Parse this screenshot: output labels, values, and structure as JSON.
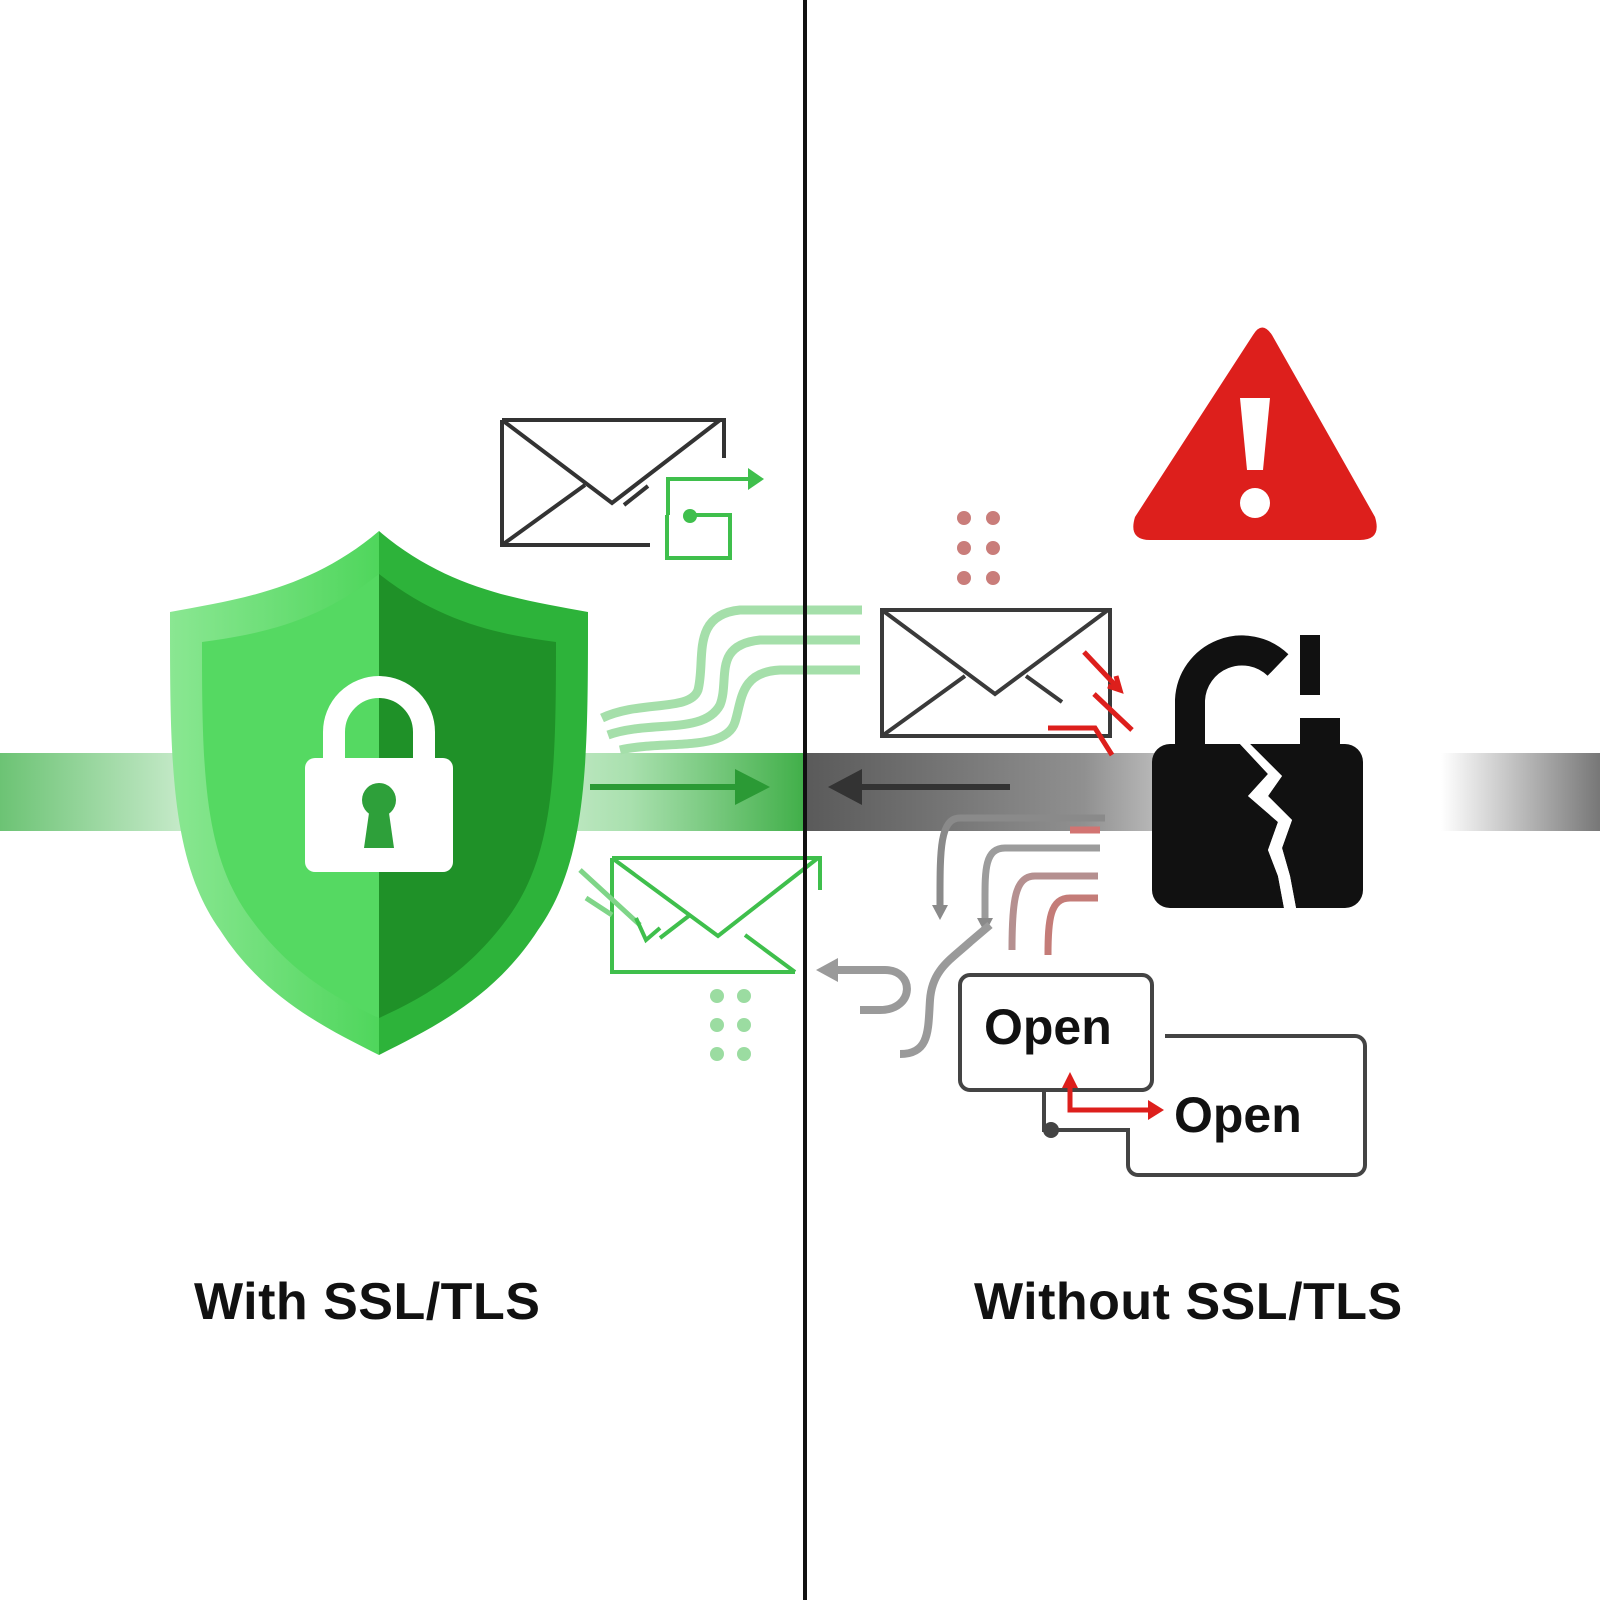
{
  "labels": {
    "left_caption": "With SSL/TLS",
    "right_caption": "Without SSL/TLS",
    "open_box_1": "Open",
    "open_box_2": "Open"
  },
  "icons": {
    "left": [
      "shield-icon",
      "padlock-closed-icon",
      "envelope-icon",
      "envelope-icon"
    ],
    "right": [
      "warning-triangle-icon",
      "padlock-broken-icon",
      "envelope-icon"
    ]
  },
  "colors": {
    "secure_green": "#2fb13c",
    "shield_light": "#86e68f",
    "shield_dark": "#1f9128",
    "warning_red": "#dd1f1c",
    "broken_lock": "#111111",
    "divider": "#111111"
  }
}
